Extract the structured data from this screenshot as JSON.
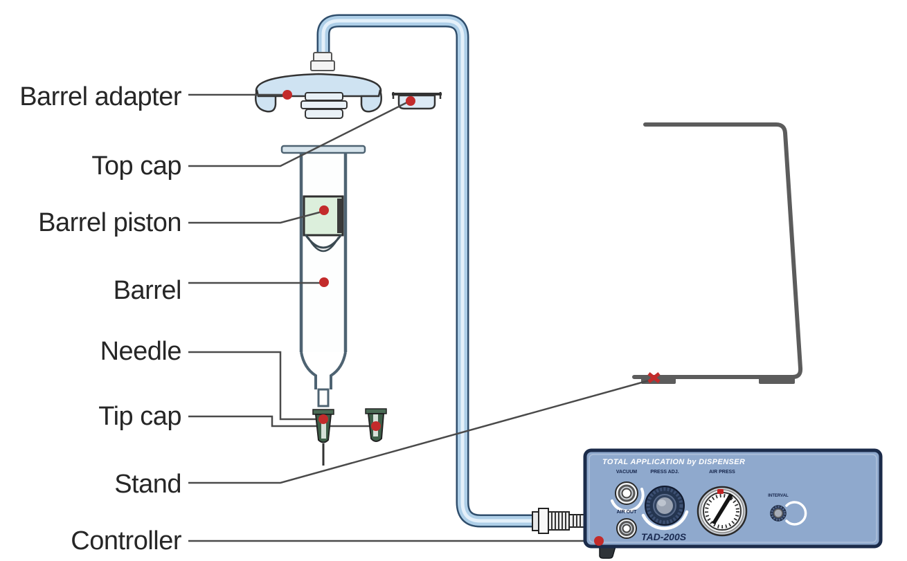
{
  "labels": {
    "barrel_adapter": "Barrel adapter",
    "top_cap": "Top cap",
    "barrel_piston": "Barrel piston",
    "barrel": "Barrel",
    "needle": "Needle",
    "tip_cap": "Tip cap",
    "stand": "Stand",
    "controller": "Controller"
  },
  "controller": {
    "title": "TOTAL APPLICATION by DISPENSER",
    "model": "TAD-200S",
    "vacuum_label": "VACUUM",
    "air_out_label": "AIR OUT",
    "press_adj_label": "PRESS ADJ.",
    "air_press_label": "AIR PRESS",
    "interval_label": "INTERVAL"
  },
  "colors": {
    "tube_fill": "#aecfe8",
    "tube_outline": "#2f4e6c",
    "controller_face": "#8fa9cd",
    "controller_border": "#1b2b4a",
    "marker_red": "#c32b2b",
    "piston_green": "#dcefdc",
    "stand_gray": "#5c5c5c"
  }
}
